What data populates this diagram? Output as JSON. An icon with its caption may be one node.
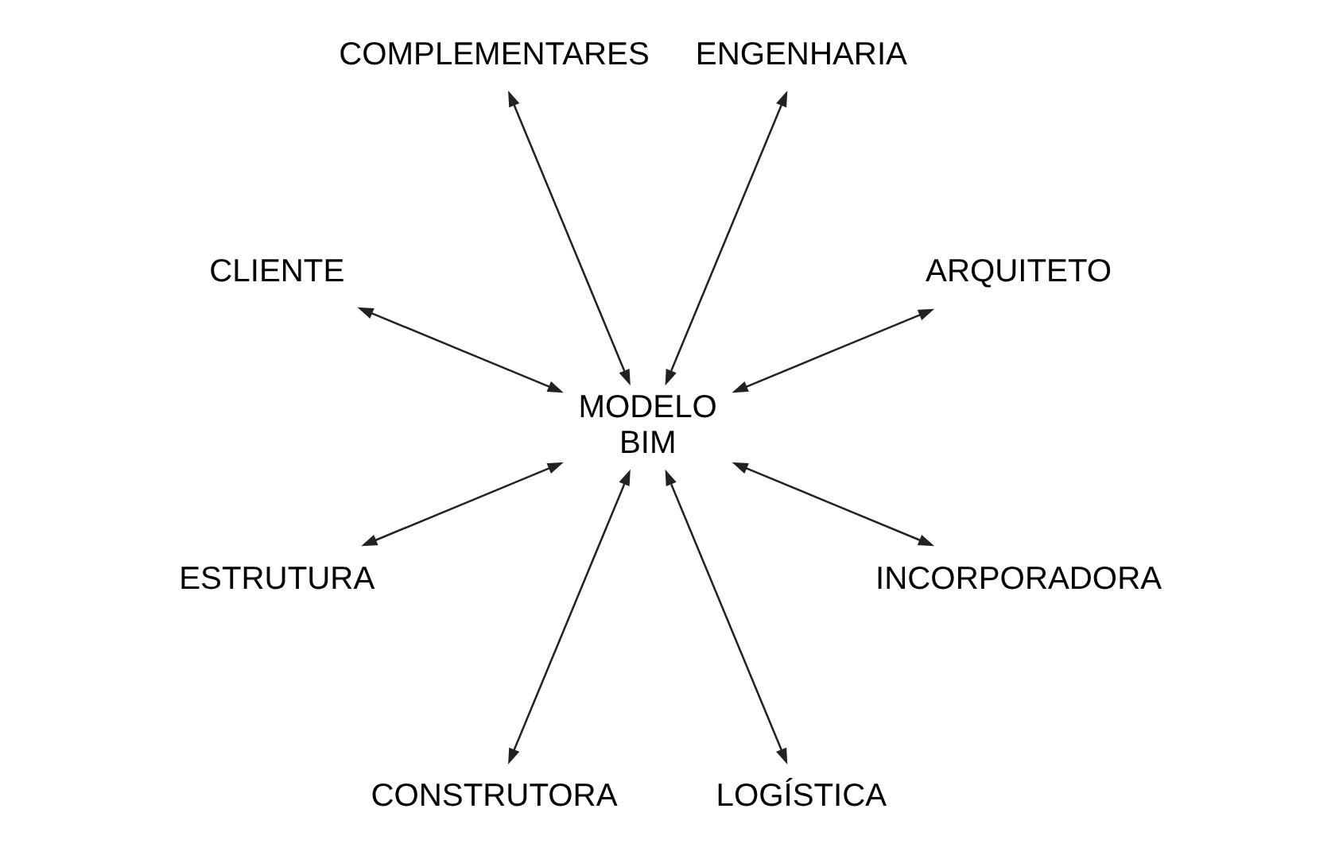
{
  "diagram": {
    "nodes": [
      {
        "text": [
          "ARQUITETO"
        ]
      },
      {
        "text": [
          "ENGENHARIA"
        ]
      },
      {
        "text": [
          "COMPLEMENTARES"
        ]
      },
      {
        "text": [
          "CLIENTE"
        ]
      },
      {
        "text": [
          "MODELO BIM"
        ]
      },
      {
        "text": [
          "ESTRUTURA"
        ]
      },
      {
        "text": [
          "CONSTRUTORA"
        ]
      },
      {
        "text": [
          "LOGÍSTICA"
        ]
      },
      {
        "text": [
          "INCORPORADORA"
        ]
      }
    ],
    "edges": [
      {
        "from": 4,
        "to": 0,
        "arrow": "both"
      },
      {
        "from": 4,
        "to": 2,
        "arrow": "both"
      },
      {
        "from": 4,
        "to": 5,
        "arrow": "both"
      },
      {
        "from": 4,
        "to": 7,
        "arrow": "both"
      },
      {
        "from": 4,
        "to": 8,
        "arrow": "both"
      },
      {
        "from": 4,
        "to": 6,
        "arrow": "both"
      },
      {
        "from": 4,
        "to": 3,
        "arrow": "both"
      },
      {
        "from": 4,
        "to": 1,
        "arrow": "both"
      }
    ]
  }
}
